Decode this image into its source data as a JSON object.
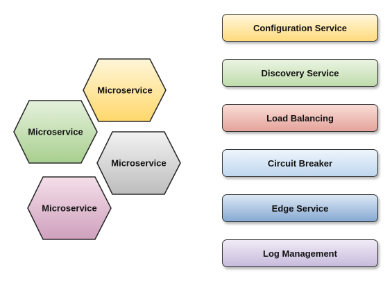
{
  "microservices": [
    {
      "label": "Microservice",
      "top_color": "#fff6d9",
      "bottom_color": "#ffd86b"
    },
    {
      "label": "Microservice",
      "top_color": "#e5f1dc",
      "bottom_color": "#a9cf8f"
    },
    {
      "label": "Microservice",
      "top_color": "#f2f2f2",
      "bottom_color": "#bdbdbd"
    },
    {
      "label": "Microservice",
      "top_color": "#f4dfe9",
      "bottom_color": "#cfa0bd"
    }
  ],
  "services": [
    {
      "label": "Configuration Service",
      "top_color": "#fff6dc",
      "bottom_color": "#ffdb7d"
    },
    {
      "label": "Discovery Service",
      "top_color": "#ebf4e3",
      "bottom_color": "#bfdcac"
    },
    {
      "label": "Load Balancing",
      "top_color": "#f9ddd6",
      "bottom_color": "#e4a39b"
    },
    {
      "label": "Circuit Breaker",
      "top_color": "#eef5fc",
      "bottom_color": "#bfd7ee"
    },
    {
      "label": "Edge Service",
      "top_color": "#dce8f5",
      "bottom_color": "#86a9d2"
    },
    {
      "label": "Log Management",
      "top_color": "#f0ebf6",
      "bottom_color": "#c7bbdc"
    }
  ]
}
